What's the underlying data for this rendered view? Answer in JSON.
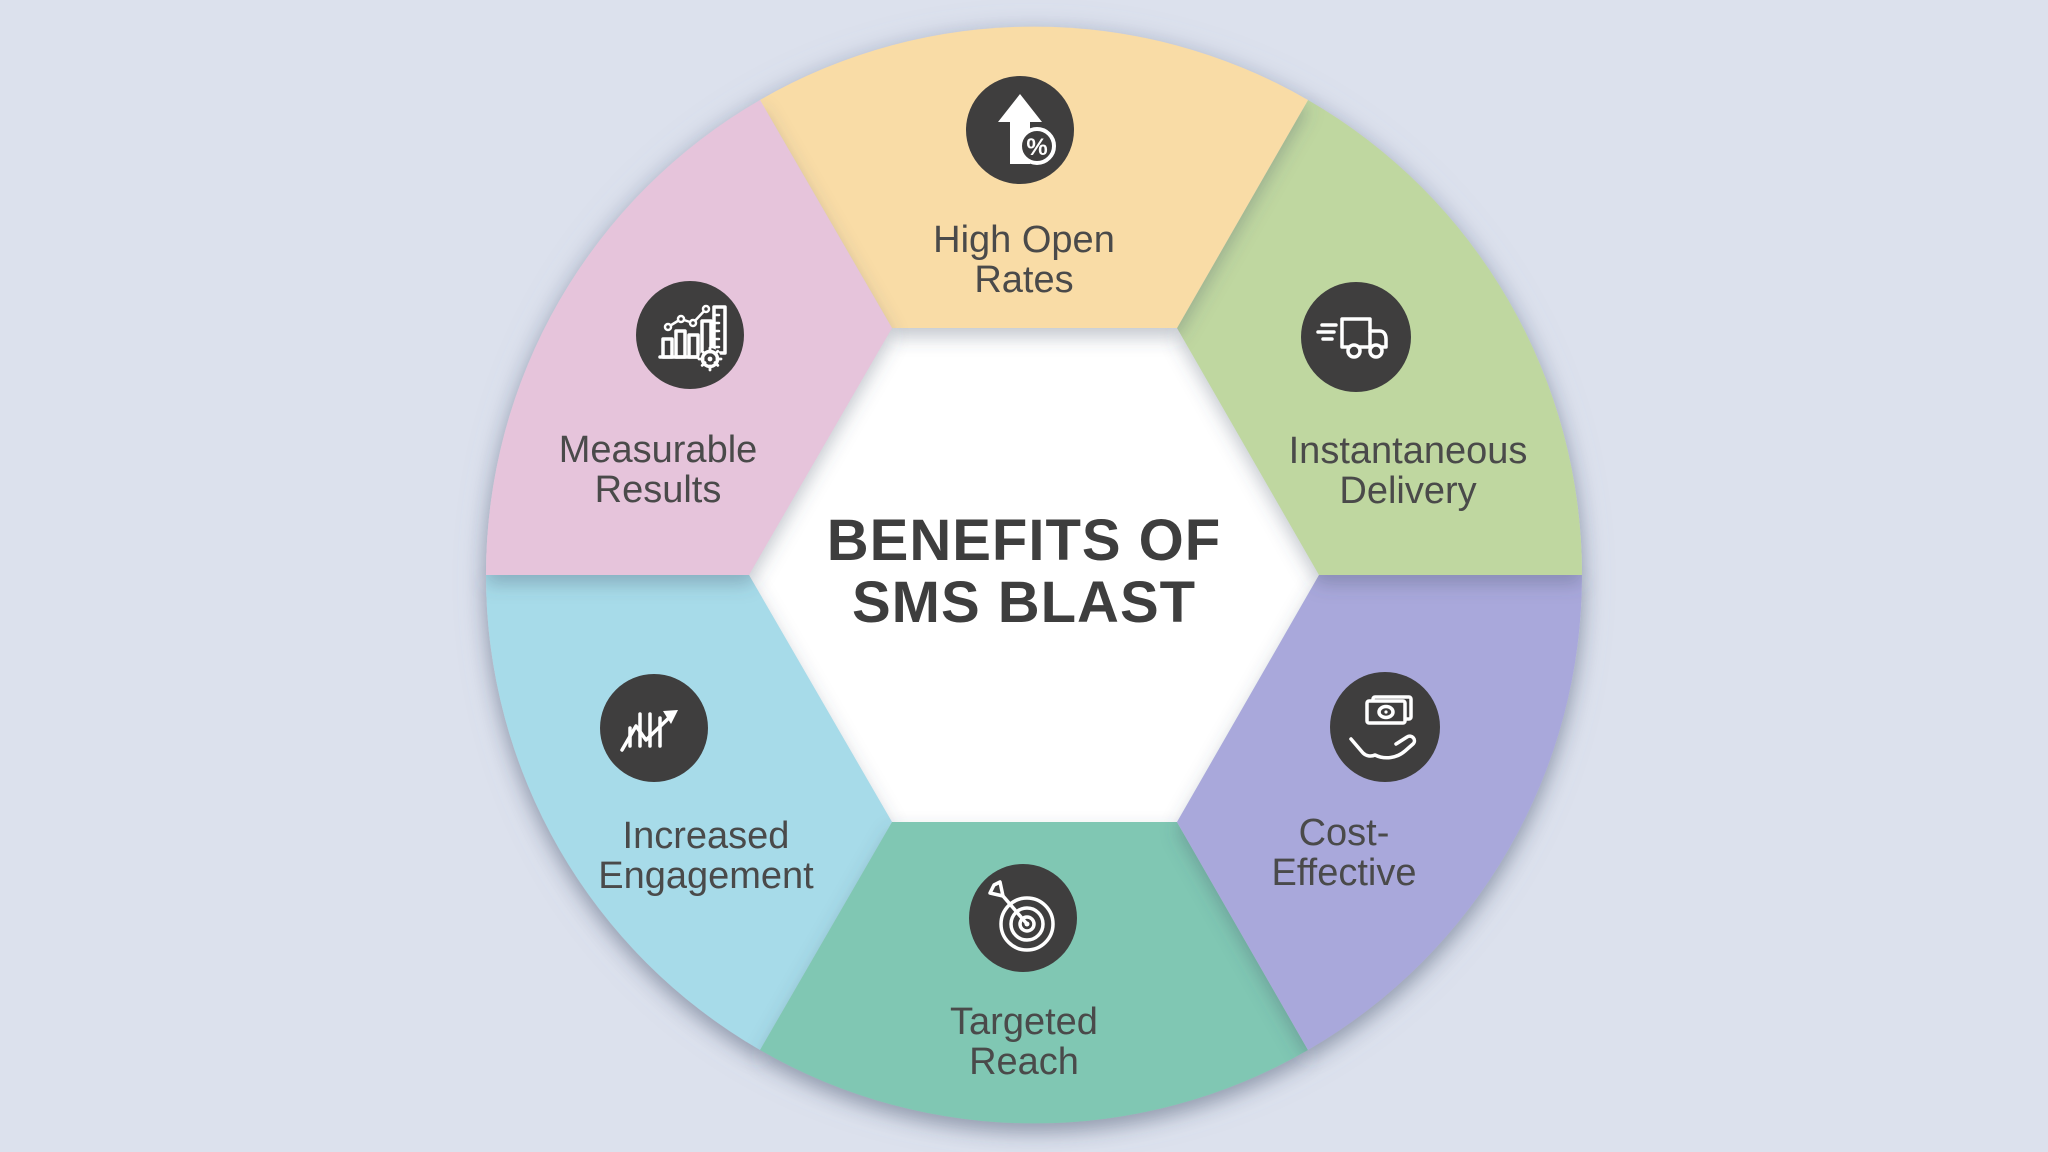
{
  "title": {
    "line1": "BENEFITS OF",
    "line2": "SMS BLAST"
  },
  "segments": [
    {
      "name": "high-open-rates",
      "label_line1": "High Open",
      "label_line2": "Rates",
      "color": "#f9dca6",
      "icon": "arrow-up-percent-icon"
    },
    {
      "name": "instantaneous-delivery",
      "label_line1": "Instantaneous",
      "label_line2": "Delivery",
      "color": "#bfd7a0",
      "icon": "delivery-truck-icon"
    },
    {
      "name": "cost-effective",
      "label_line1": "Cost-",
      "label_line2": "Effective",
      "color": "#a9a8db",
      "icon": "money-hand-icon"
    },
    {
      "name": "targeted-reach",
      "label_line1": "Targeted",
      "label_line2": "Reach",
      "color": "#80c7b3",
      "icon": "target-dart-icon"
    },
    {
      "name": "increased-engagement",
      "label_line1": "Increased",
      "label_line2": "Engagement",
      "color": "#a7dbe9",
      "icon": "growth-chart-icon"
    },
    {
      "name": "measurable-results",
      "label_line1": "Measurable",
      "label_line2": "Results",
      "color": "#e6c4db",
      "icon": "analytics-gear-icon"
    }
  ],
  "colors": {
    "background": "#dce1ed",
    "center_fill": "#ffffff",
    "icon_disc": "#3f3e3e",
    "icon_glyph": "#ffffff",
    "label_text": "#4a4a4a",
    "title_text": "#3e3e3e"
  }
}
